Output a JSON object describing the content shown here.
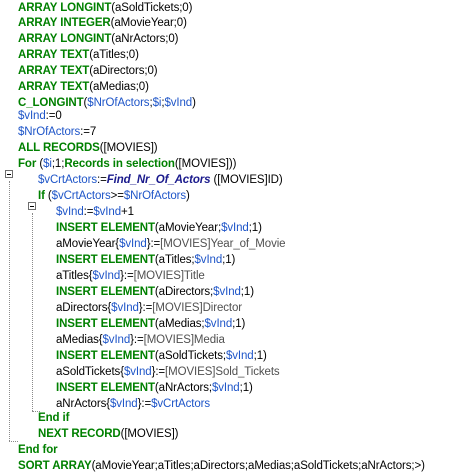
{
  "colors": {
    "keyword": "#008000",
    "variable": "#1e55c8",
    "field": "#505050",
    "method": "#1a1a8c",
    "background": "#ffffff"
  },
  "lines": [
    {
      "name": "line-array-longint-soldtickets",
      "tokens": [
        [
          "kw",
          "ARRAY LONGINT"
        ],
        [
          "tx",
          "(aSoldTickets;0)"
        ]
      ]
    },
    {
      "name": "line-array-integer-movieyear",
      "tokens": [
        [
          "kw",
          "ARRAY INTEGER"
        ],
        [
          "tx",
          "(aMovieYear;0)"
        ]
      ]
    },
    {
      "name": "line-array-longint-nractors",
      "tokens": [
        [
          "kw",
          "ARRAY LONGINT"
        ],
        [
          "tx",
          "(aNrActors;0)"
        ]
      ]
    },
    {
      "name": "line-array-text-titles",
      "tokens": [
        [
          "kw",
          "ARRAY TEXT"
        ],
        [
          "tx",
          "(aTitles;0)"
        ]
      ]
    },
    {
      "name": "line-array-text-directors",
      "tokens": [
        [
          "kw",
          "ARRAY TEXT"
        ],
        [
          "tx",
          "(aDirectors;0)"
        ]
      ]
    },
    {
      "name": "line-array-text-medias",
      "tokens": [
        [
          "kw",
          "ARRAY TEXT"
        ],
        [
          "tx",
          "(aMedias;0)"
        ]
      ]
    },
    {
      "name": "line-c-longint",
      "tokens": [
        [
          "kw",
          "C_LONGINT"
        ],
        [
          "tx",
          "("
        ],
        [
          "vr",
          "$NrOfActors"
        ],
        [
          "tx",
          ";"
        ],
        [
          "vr",
          "$i"
        ],
        [
          "tx",
          ";"
        ],
        [
          "vr",
          "$vInd"
        ],
        [
          "tx",
          ")"
        ]
      ]
    },
    {
      "name": "line-blank",
      "tokens": []
    },
    {
      "name": "line-vind-init",
      "tokens": [
        [
          "vr",
          "$vInd"
        ],
        [
          "tx",
          ":=0"
        ]
      ]
    },
    {
      "name": "line-nrofactors-init",
      "tokens": [
        [
          "vr",
          "$NrOfActors"
        ],
        [
          "tx",
          ":=7"
        ]
      ]
    },
    {
      "name": "line-all-records",
      "tokens": [
        [
          "kw",
          "ALL RECORDS"
        ],
        [
          "tx",
          "([MOVIES])"
        ]
      ]
    },
    {
      "name": "line-for",
      "tokens": [
        [
          "kw",
          "For"
        ],
        [
          "tx",
          " ("
        ],
        [
          "vr",
          "$i"
        ],
        [
          "tx",
          ";1;"
        ],
        [
          "kw",
          "Records in selection"
        ],
        [
          "tx",
          "([MOVIES]))"
        ]
      ]
    },
    {
      "name": "line-vcrtactors-assign",
      "tokens": [
        [
          "vr",
          "$vCrtActors"
        ],
        [
          "tx",
          ":="
        ],
        [
          "mt",
          "Find_Nr_Of_Actors"
        ],
        [
          "tx",
          " ([MOVIES]ID)"
        ]
      ]
    },
    {
      "name": "line-if",
      "tokens": [
        [
          "kw",
          "If"
        ],
        [
          "tx",
          " ("
        ],
        [
          "vr",
          "$vCrtActors"
        ],
        [
          "tx",
          ">="
        ],
        [
          "vr",
          "$NrOfActors"
        ],
        [
          "tx",
          ")"
        ]
      ]
    },
    {
      "name": "line-vind-increment",
      "tokens": [
        [
          "vr",
          "$vInd"
        ],
        [
          "tx",
          ":="
        ],
        [
          "vr",
          "$vInd"
        ],
        [
          "tx",
          "+1"
        ]
      ]
    },
    {
      "name": "line-insert-movieyear",
      "tokens": [
        [
          "kw",
          "INSERT ELEMENT"
        ],
        [
          "tx",
          "(aMovieYear;"
        ],
        [
          "vr",
          "$vInd"
        ],
        [
          "tx",
          ";1)"
        ]
      ]
    },
    {
      "name": "line-assign-movieyear",
      "tokens": [
        [
          "tx",
          "aMovieYear{"
        ],
        [
          "vr",
          "$vInd"
        ],
        [
          "tx",
          "}:="
        ],
        [
          "fd",
          "[MOVIES]Year_of_Movie"
        ]
      ]
    },
    {
      "name": "line-insert-titles",
      "tokens": [
        [
          "kw",
          "INSERT ELEMENT"
        ],
        [
          "tx",
          "(aTitles;"
        ],
        [
          "vr",
          "$vInd"
        ],
        [
          "tx",
          ";1)"
        ]
      ]
    },
    {
      "name": "line-assign-titles",
      "tokens": [
        [
          "tx",
          "aTitles{"
        ],
        [
          "vr",
          "$vInd"
        ],
        [
          "tx",
          "}:="
        ],
        [
          "fd",
          "[MOVIES]Title"
        ]
      ]
    },
    {
      "name": "line-insert-directors",
      "tokens": [
        [
          "kw",
          "INSERT ELEMENT"
        ],
        [
          "tx",
          "(aDirectors;"
        ],
        [
          "vr",
          "$vInd"
        ],
        [
          "tx",
          ";1)"
        ]
      ]
    },
    {
      "name": "line-assign-directors",
      "tokens": [
        [
          "tx",
          "aDirectors{"
        ],
        [
          "vr",
          "$vInd"
        ],
        [
          "tx",
          "}:="
        ],
        [
          "fd",
          "[MOVIES]Director"
        ]
      ]
    },
    {
      "name": "line-insert-medias",
      "tokens": [
        [
          "kw",
          "INSERT ELEMENT"
        ],
        [
          "tx",
          "(aMedias;"
        ],
        [
          "vr",
          "$vInd"
        ],
        [
          "tx",
          ";1)"
        ]
      ]
    },
    {
      "name": "line-assign-medias",
      "tokens": [
        [
          "tx",
          "aMedias{"
        ],
        [
          "vr",
          "$vInd"
        ],
        [
          "tx",
          "}:="
        ],
        [
          "fd",
          "[MOVIES]Media"
        ]
      ]
    },
    {
      "name": "line-insert-soldtickets",
      "tokens": [
        [
          "kw",
          "INSERT ELEMENT"
        ],
        [
          "tx",
          "(aSoldTickets;"
        ],
        [
          "vr",
          "$vInd"
        ],
        [
          "tx",
          ";1)"
        ]
      ]
    },
    {
      "name": "line-assign-soldtickets",
      "tokens": [
        [
          "tx",
          "aSoldTickets{"
        ],
        [
          "vr",
          "$vInd"
        ],
        [
          "tx",
          "}:="
        ],
        [
          "fd",
          "[MOVIES]Sold_Tickets"
        ]
      ]
    },
    {
      "name": "line-insert-nractors",
      "tokens": [
        [
          "kw",
          "INSERT ELEMENT"
        ],
        [
          "tx",
          "(aNrActors;"
        ],
        [
          "vr",
          "$vInd"
        ],
        [
          "tx",
          ";1)"
        ]
      ]
    },
    {
      "name": "line-assign-nractors",
      "tokens": [
        [
          "tx",
          "aNrActors{"
        ],
        [
          "vr",
          "$vInd"
        ],
        [
          "tx",
          "}:="
        ],
        [
          "vr",
          "$vCrtActors"
        ]
      ]
    },
    {
      "name": "line-end-if",
      "tokens": [
        [
          "kw",
          "End if"
        ]
      ]
    },
    {
      "name": "line-next-record",
      "tokens": [
        [
          "kw",
          "NEXT RECORD"
        ],
        [
          "tx",
          "([MOVIES])"
        ]
      ]
    },
    {
      "name": "line-end-for",
      "tokens": [
        [
          "kw",
          "End for"
        ]
      ]
    },
    {
      "name": "line-sort-array",
      "tokens": [
        [
          "kw",
          "SORT ARRAY"
        ],
        [
          "tx",
          "(aMovieYear;aTitles;aDirectors;aMedias;aSoldTickets;aNrActors;>)"
        ]
      ]
    }
  ]
}
